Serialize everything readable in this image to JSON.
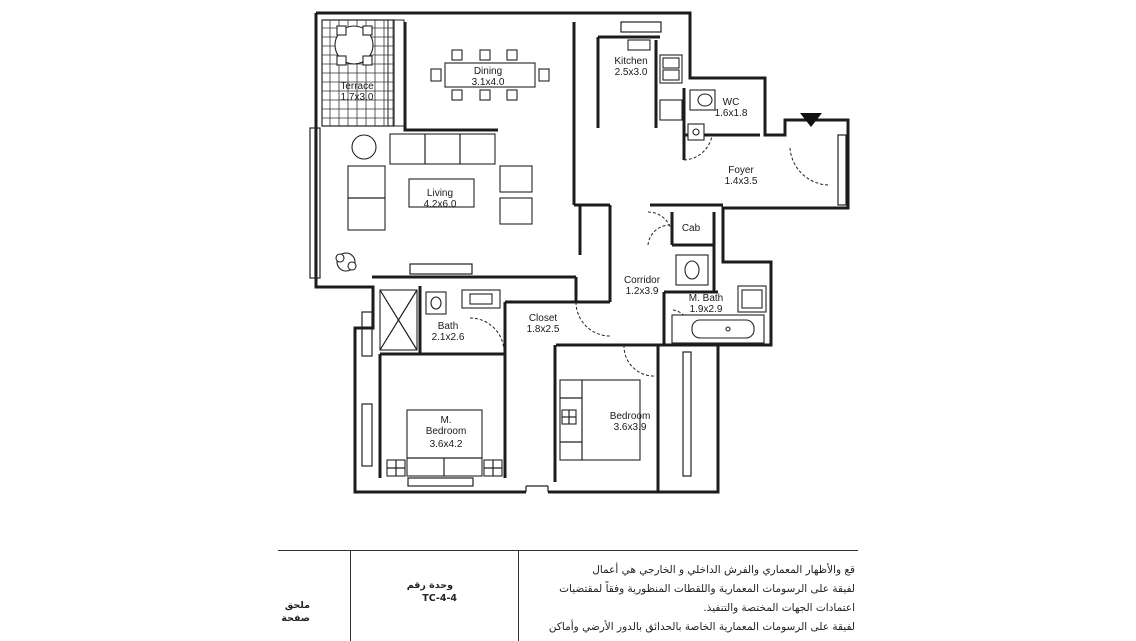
{
  "plan": {
    "rooms": [
      {
        "name": "Terrace",
        "size": "1.7x3.0"
      },
      {
        "name": "Dining",
        "size": "3.1x4.0"
      },
      {
        "name": "Kitchen",
        "size": "2.5x3.0"
      },
      {
        "name": "WC",
        "size": "1.6x1.8"
      },
      {
        "name": "Foyer",
        "size": "1.4x3.5"
      },
      {
        "name": "Living",
        "size": "4.2x6.0"
      },
      {
        "name": "Cab",
        "size": ""
      },
      {
        "name": "Corridor",
        "size": "1.2x3.9"
      },
      {
        "name": "M. Bath",
        "size": "1.9x2.9"
      },
      {
        "name": "Closet",
        "size": "1.8x2.5"
      },
      {
        "name": "Bath",
        "size": "2.1x2.6"
      },
      {
        "name": "Bedroom",
        "size": "3.6x3.9"
      },
      {
        "name": "M.",
        "size": ""
      },
      {
        "name": "Bedroom",
        "size": "3.6x4.2"
      }
    ]
  },
  "notes": {
    "lines": [
      "قع والأظهار المعماري والفرش الداخلي و الخارجي هي أعمال",
      "لفيقة على الرسومات المعمارية واللقطات المنظورية وفقاً لمقتضيات",
      "اعتمادات الجهات المختصة والتنفيذ.",
      "لفيقة على الرسومات المعمارية الخاصة بالحدائق بالدور الأرضي وأماكن"
    ],
    "unit_label": "وحدة رقم",
    "unit_number": "TC-4-4",
    "annex_label": "ملحق",
    "page_label": "صفحة"
  }
}
